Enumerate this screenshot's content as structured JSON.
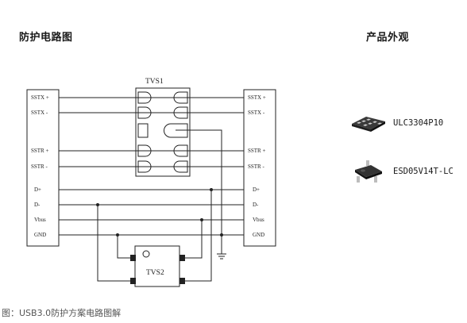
{
  "headings": {
    "schematic": "防护电路图",
    "appearance": "产品外观"
  },
  "schematic": {
    "tvs1_label": "TVS1",
    "tvs2_label": "TVS2",
    "left_pins": [
      "SSTX +",
      "SSTX -",
      "SSTR +",
      "SSTR -",
      "D+",
      "D-",
      "Vbus",
      "GND"
    ],
    "right_pins": [
      "SSTX +",
      "SSTX -",
      "SSTR +",
      "SSTR -",
      "D+",
      "D-",
      "Vbus",
      "GND"
    ]
  },
  "products": [
    {
      "name": "ULC3304P10",
      "icon": "dfn-package-chip-icon"
    },
    {
      "name": "ESD05V14T-LC",
      "icon": "sot23-package-chip-icon"
    }
  ],
  "caption": "图：USB3.0防护方案电路图解",
  "colors": {
    "line": "#222222",
    "chip_body": "#2a2a2a"
  }
}
